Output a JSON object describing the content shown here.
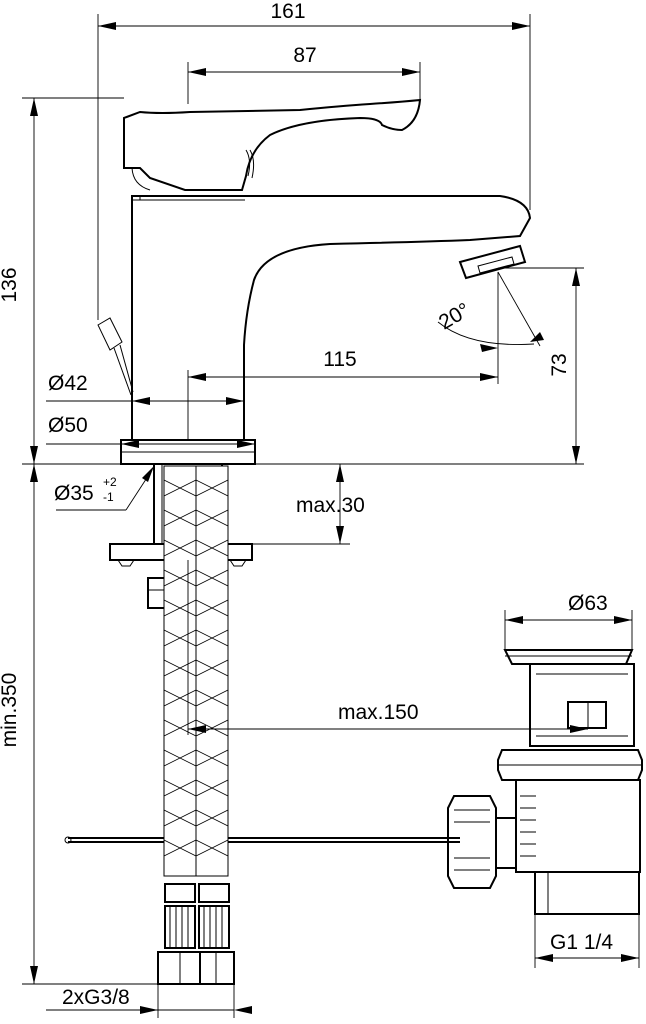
{
  "drawing": {
    "faucet": {
      "overall_length": "161",
      "handle_length": "87",
      "height": "136",
      "spout_reach": "115",
      "aerator_height": "73",
      "aerator_angle": "20°",
      "body_diameter": "Ø42",
      "base_diameter": "Ø50",
      "hole_diameter": "Ø35",
      "hole_tolerance_upper": "+2",
      "hole_tolerance_lower": "-1",
      "countertop_thickness": "max.30",
      "hose_length": "min.350",
      "hose_connections": "2xG3/8"
    },
    "drain": {
      "diameter": "Ø63",
      "max_distance": "max.150",
      "thread": "G1 1/4"
    }
  }
}
